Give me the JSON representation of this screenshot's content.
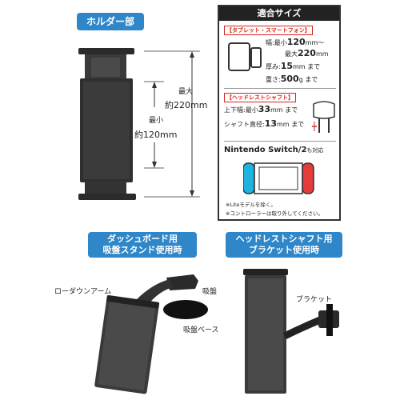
{
  "holder_section": {
    "title": "ホルダー部",
    "max_label": "最大",
    "max_value": "約220mm",
    "min_label": "最小",
    "min_value": "約120mm"
  },
  "compatible_panel": {
    "title": "適合サイズ",
    "tablet_label": "【タブレット・スマートフォン】",
    "width_prefix": "幅:",
    "width_min_label": "最小",
    "width_min": "120",
    "width_min_unit": "mm〜",
    "width_max_label": "最大",
    "width_max": "220",
    "width_max_unit": "mm",
    "thickness_prefix": "厚み:",
    "thickness": "15",
    "thickness_unit": "mm まで",
    "weight_prefix": "重さ:",
    "weight": "500",
    "weight_unit": "g まで",
    "headrest_label": "【ヘッドレストシャフト】",
    "updown_prefix": "上下幅:",
    "updown_min_label": "最小",
    "updown_value": "33",
    "updown_unit": "mm まで",
    "shaft_prefix": "シャフト直径:",
    "shaft_value": "13",
    "shaft_unit": "mm まで",
    "switch_text": "Nintendo Switch/2",
    "switch_suffix": "も対応",
    "note1": "※Liteモデルを除く。",
    "note2": "※コントローラーは取り外してください。"
  },
  "dashboard_section": {
    "title_line1": "ダッシュボード用",
    "title_line2": "吸盤スタンド使用時",
    "arm_label": "ローダウンアーム",
    "suction_label": "吸盤",
    "base_label": "吸盤ベース"
  },
  "headrest_section": {
    "title_line1": "ヘッドレストシャフト用",
    "title_line2": "ブラケット使用時",
    "bracket_label": "ブラケット"
  },
  "colors": {
    "accent_blue": "#2f86c8",
    "red": "#d6261f",
    "dark": "#222222"
  }
}
